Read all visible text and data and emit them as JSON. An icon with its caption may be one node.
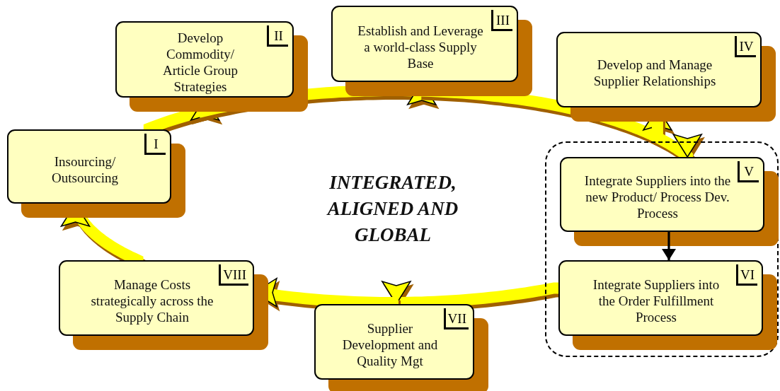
{
  "diagram": {
    "nodes": [
      {
        "text": [
          "Insourcing/ Outsourcing",
          "I"
        ]
      },
      {
        "text": [
          "Develop Commodity/ Article Group Strategies",
          "II"
        ]
      },
      {
        "text": [
          "Establish and Leverage a world-class Supply Base",
          "III"
        ]
      },
      {
        "text": [
          "Develop and Manage Supplier Relationships",
          "IV"
        ]
      },
      {
        "text": [],
        "shape": "box"
      },
      {
        "text": [
          "Integrate Suppliers into the new Product/ Process Dev. Process",
          "V"
        ],
        "in": 4
      },
      {
        "text": [
          "Integrate Suppliers into the Order Fulfillment Process",
          "VI"
        ],
        "in": 4
      },
      {
        "text": [
          "Supplier Development and Quality Mgt",
          "VII"
        ]
      },
      {
        "text": [
          "Manage Costs strategically across the Supply Chain",
          "VIII"
        ]
      }
    ],
    "edges": [
      {
        "from": 0,
        "to": 1,
        "arrow": "to"
      },
      {
        "from": 1,
        "to": 2,
        "arrow": "to"
      },
      {
        "from": 2,
        "to": 3,
        "arrow": "to"
      },
      {
        "from": 3,
        "to": 5,
        "arrow": "to"
      },
      {
        "from": 5,
        "to": 6,
        "arrow": "to",
        "color": "#000000"
      },
      {
        "from": 6,
        "to": 7,
        "arrow": "to"
      },
      {
        "from": 7,
        "to": 8,
        "arrow": "to"
      },
      {
        "from": 8,
        "to": 0,
        "arrow": "to"
      }
    ],
    "labels": [
      "INTEGRATED, ALIGNED AND GLOBAL"
    ]
  }
}
